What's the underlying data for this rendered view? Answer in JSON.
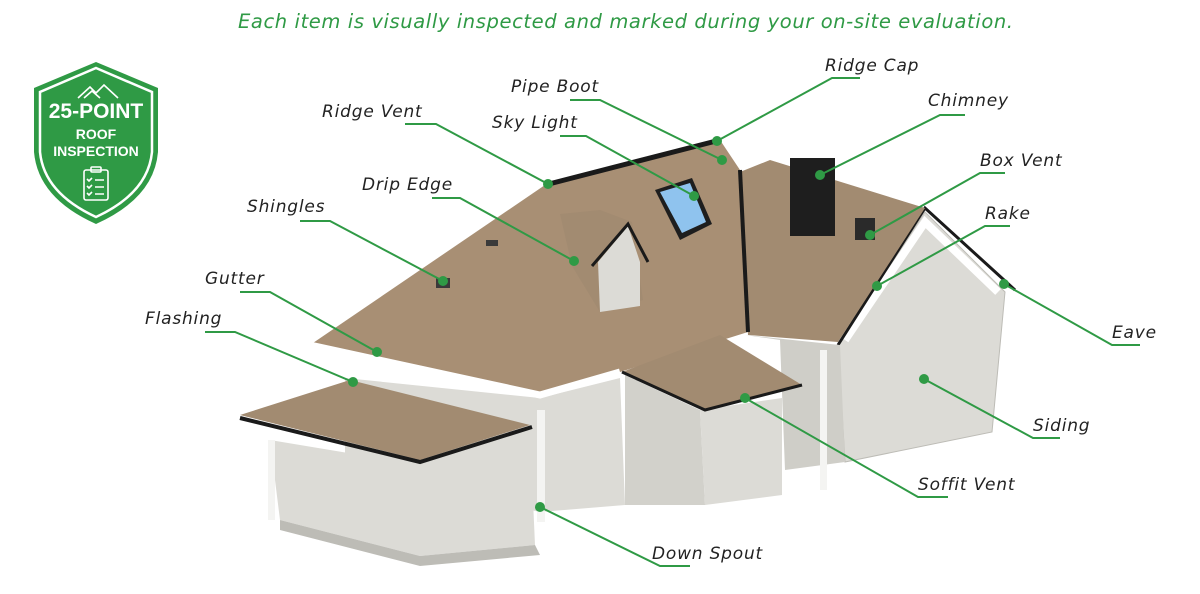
{
  "headline": "Each item is visually inspected and marked during your on-site evaluation.",
  "badge": {
    "line1": "25-POINT",
    "line2": "ROOF",
    "line3": "INSPECTION",
    "icons": [
      "mountains-icon",
      "clipboard-checklist-icon"
    ]
  },
  "colors": {
    "accent": "#2f9a45",
    "roof": "#a28b71",
    "siding": "#dcdbd6",
    "trim": "#1a1a1a"
  },
  "labels": [
    {
      "id": "ridge-cap",
      "text": "Ridge Cap"
    },
    {
      "id": "pipe-boot",
      "text": "Pipe Boot"
    },
    {
      "id": "ridge-vent",
      "text": "Ridge Vent"
    },
    {
      "id": "sky-light",
      "text": "Sky Light"
    },
    {
      "id": "chimney",
      "text": "Chimney"
    },
    {
      "id": "box-vent",
      "text": "Box Vent"
    },
    {
      "id": "drip-edge",
      "text": "Drip Edge"
    },
    {
      "id": "shingles",
      "text": "Shingles"
    },
    {
      "id": "rake",
      "text": "Rake"
    },
    {
      "id": "gutter",
      "text": "Gutter"
    },
    {
      "id": "flashing",
      "text": "Flashing"
    },
    {
      "id": "eave",
      "text": "Eave"
    },
    {
      "id": "siding",
      "text": "Siding"
    },
    {
      "id": "soffit-vent",
      "text": "Soffit Vent"
    },
    {
      "id": "down-spout",
      "text": "Down Spout"
    }
  ]
}
